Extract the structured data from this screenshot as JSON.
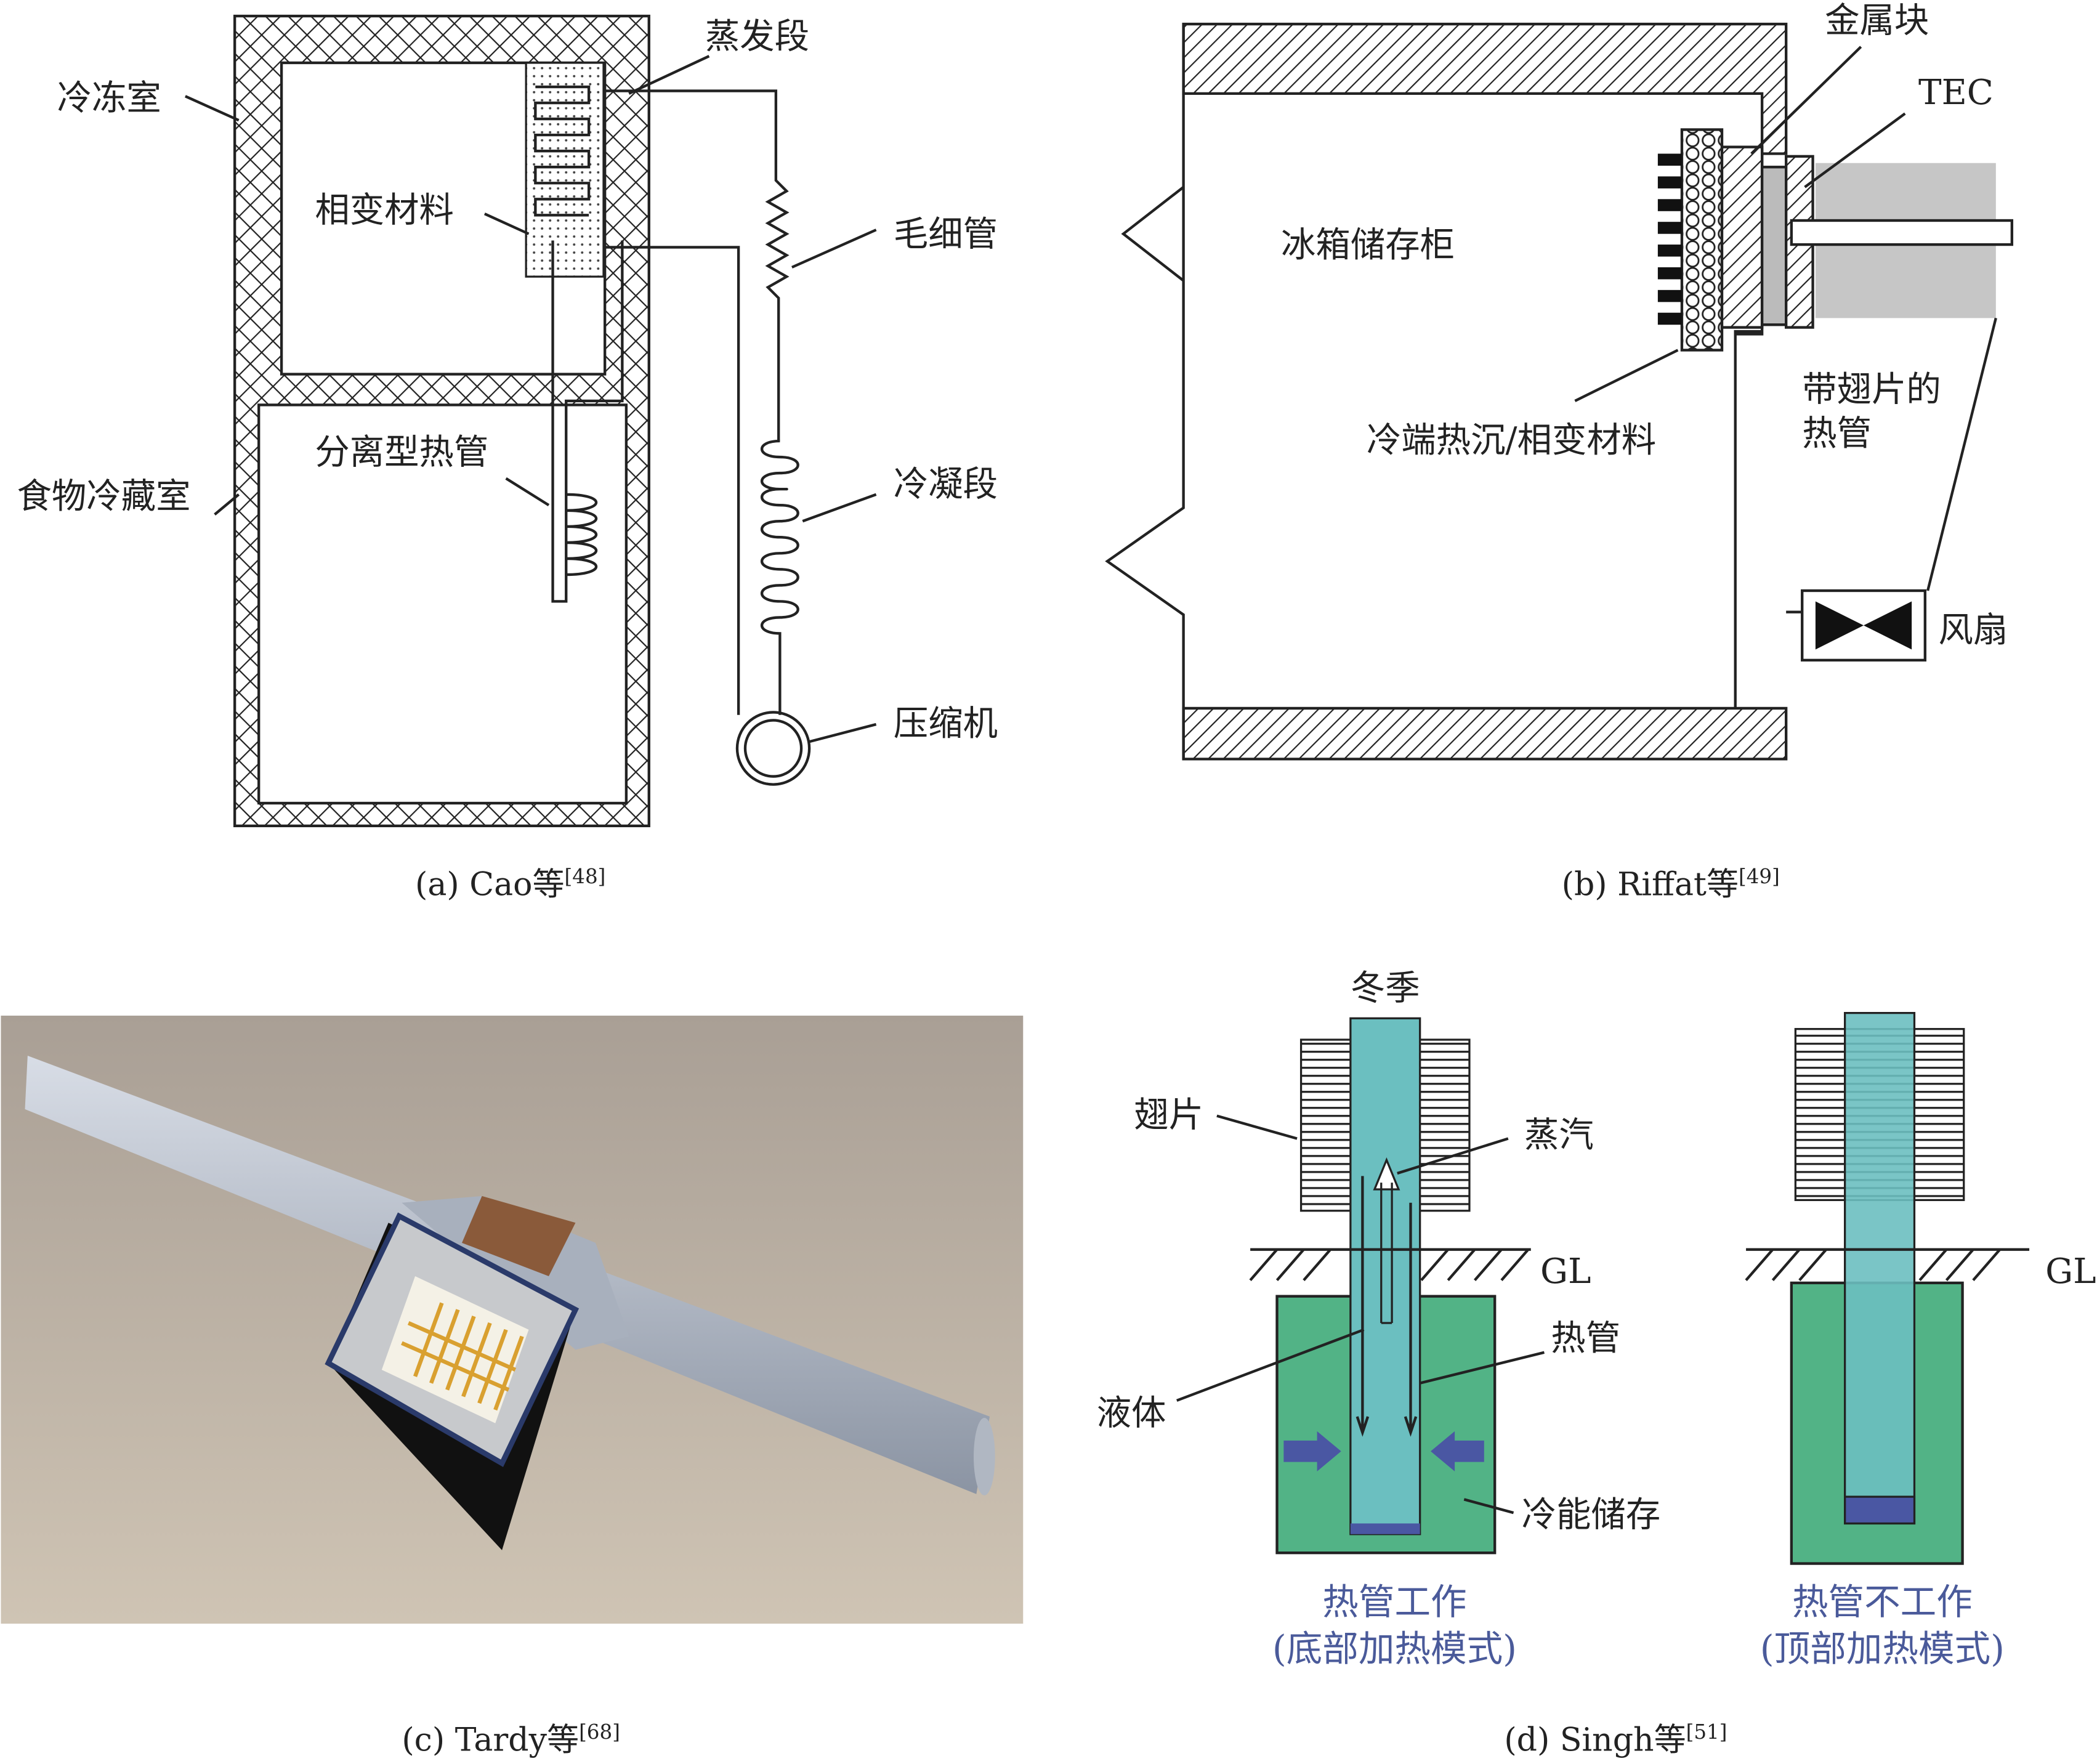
{
  "panel_a": {
    "labels": {
      "freezer": "冷冻室",
      "pcm": "相变材料",
      "evaporator": "蒸发段",
      "capillary": "毛细管",
      "separate_heat_pipe": "分离型热管",
      "condenser": "冷凝段",
      "food_chamber": "食物冷藏室",
      "compressor": "压缩机"
    },
    "caption": "(a) Cao等",
    "ref": "[48]"
  },
  "panel_b": {
    "labels": {
      "metal_block": "金属块",
      "tec": "TEC",
      "cabinet": "冰箱储存柜",
      "finned_heat_pipe_1": "带翅片的",
      "finned_heat_pipe_2": "热管",
      "cold_sink": "冷端热沉/相变材料",
      "fan": "风扇"
    },
    "caption": "(b) Riffat等",
    "ref": "[49]"
  },
  "panel_c": {
    "caption": "(c) Tardy等",
    "ref": "[68]"
  },
  "panel_d": {
    "labels": {
      "winter": "冬季",
      "fins": "翅片",
      "vapor": "蒸汽",
      "gl_left": "GL",
      "gl_right": "GL",
      "heat_pipe": "热管",
      "liquid": "液体",
      "cold_storage": "冷能储存"
    },
    "left_title": "热管工作",
    "left_subtitle": "(底部加热模式)",
    "right_title": "热管不工作",
    "right_subtitle": "(顶部加热模式)",
    "caption": "(d) Singh等",
    "ref": "[51]",
    "colors": {
      "pipe": "#6bbfc0",
      "storage": "#52b386",
      "arrow": "#4a57a3",
      "text": "#4a5a9a"
    }
  }
}
